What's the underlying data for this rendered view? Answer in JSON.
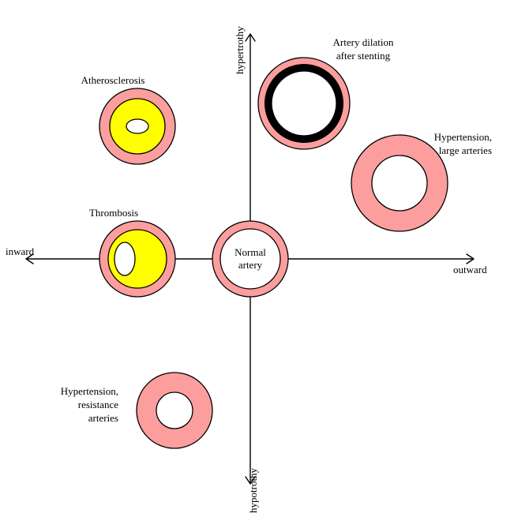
{
  "axes": {
    "top": "hypertrothy",
    "bottom": "hypotrothy",
    "left": "inward",
    "right": "outward"
  },
  "labels": {
    "normal": [
      "Normal",
      "artery"
    ],
    "stent": [
      "Artery dilation",
      "after stenting"
    ],
    "athero": "Atherosclerosis",
    "thrombo": "Thrombosis",
    "ht_large": [
      "Hypertension,",
      "large arteries"
    ],
    "ht_resist": [
      "Hypertension,",
      "resistance",
      "arteries"
    ]
  },
  "colors": {
    "wall": "#fd9e9e",
    "plaque": "#ffff00",
    "stent": "#000000",
    "lumen": "#ffffff",
    "line": "#000000"
  }
}
